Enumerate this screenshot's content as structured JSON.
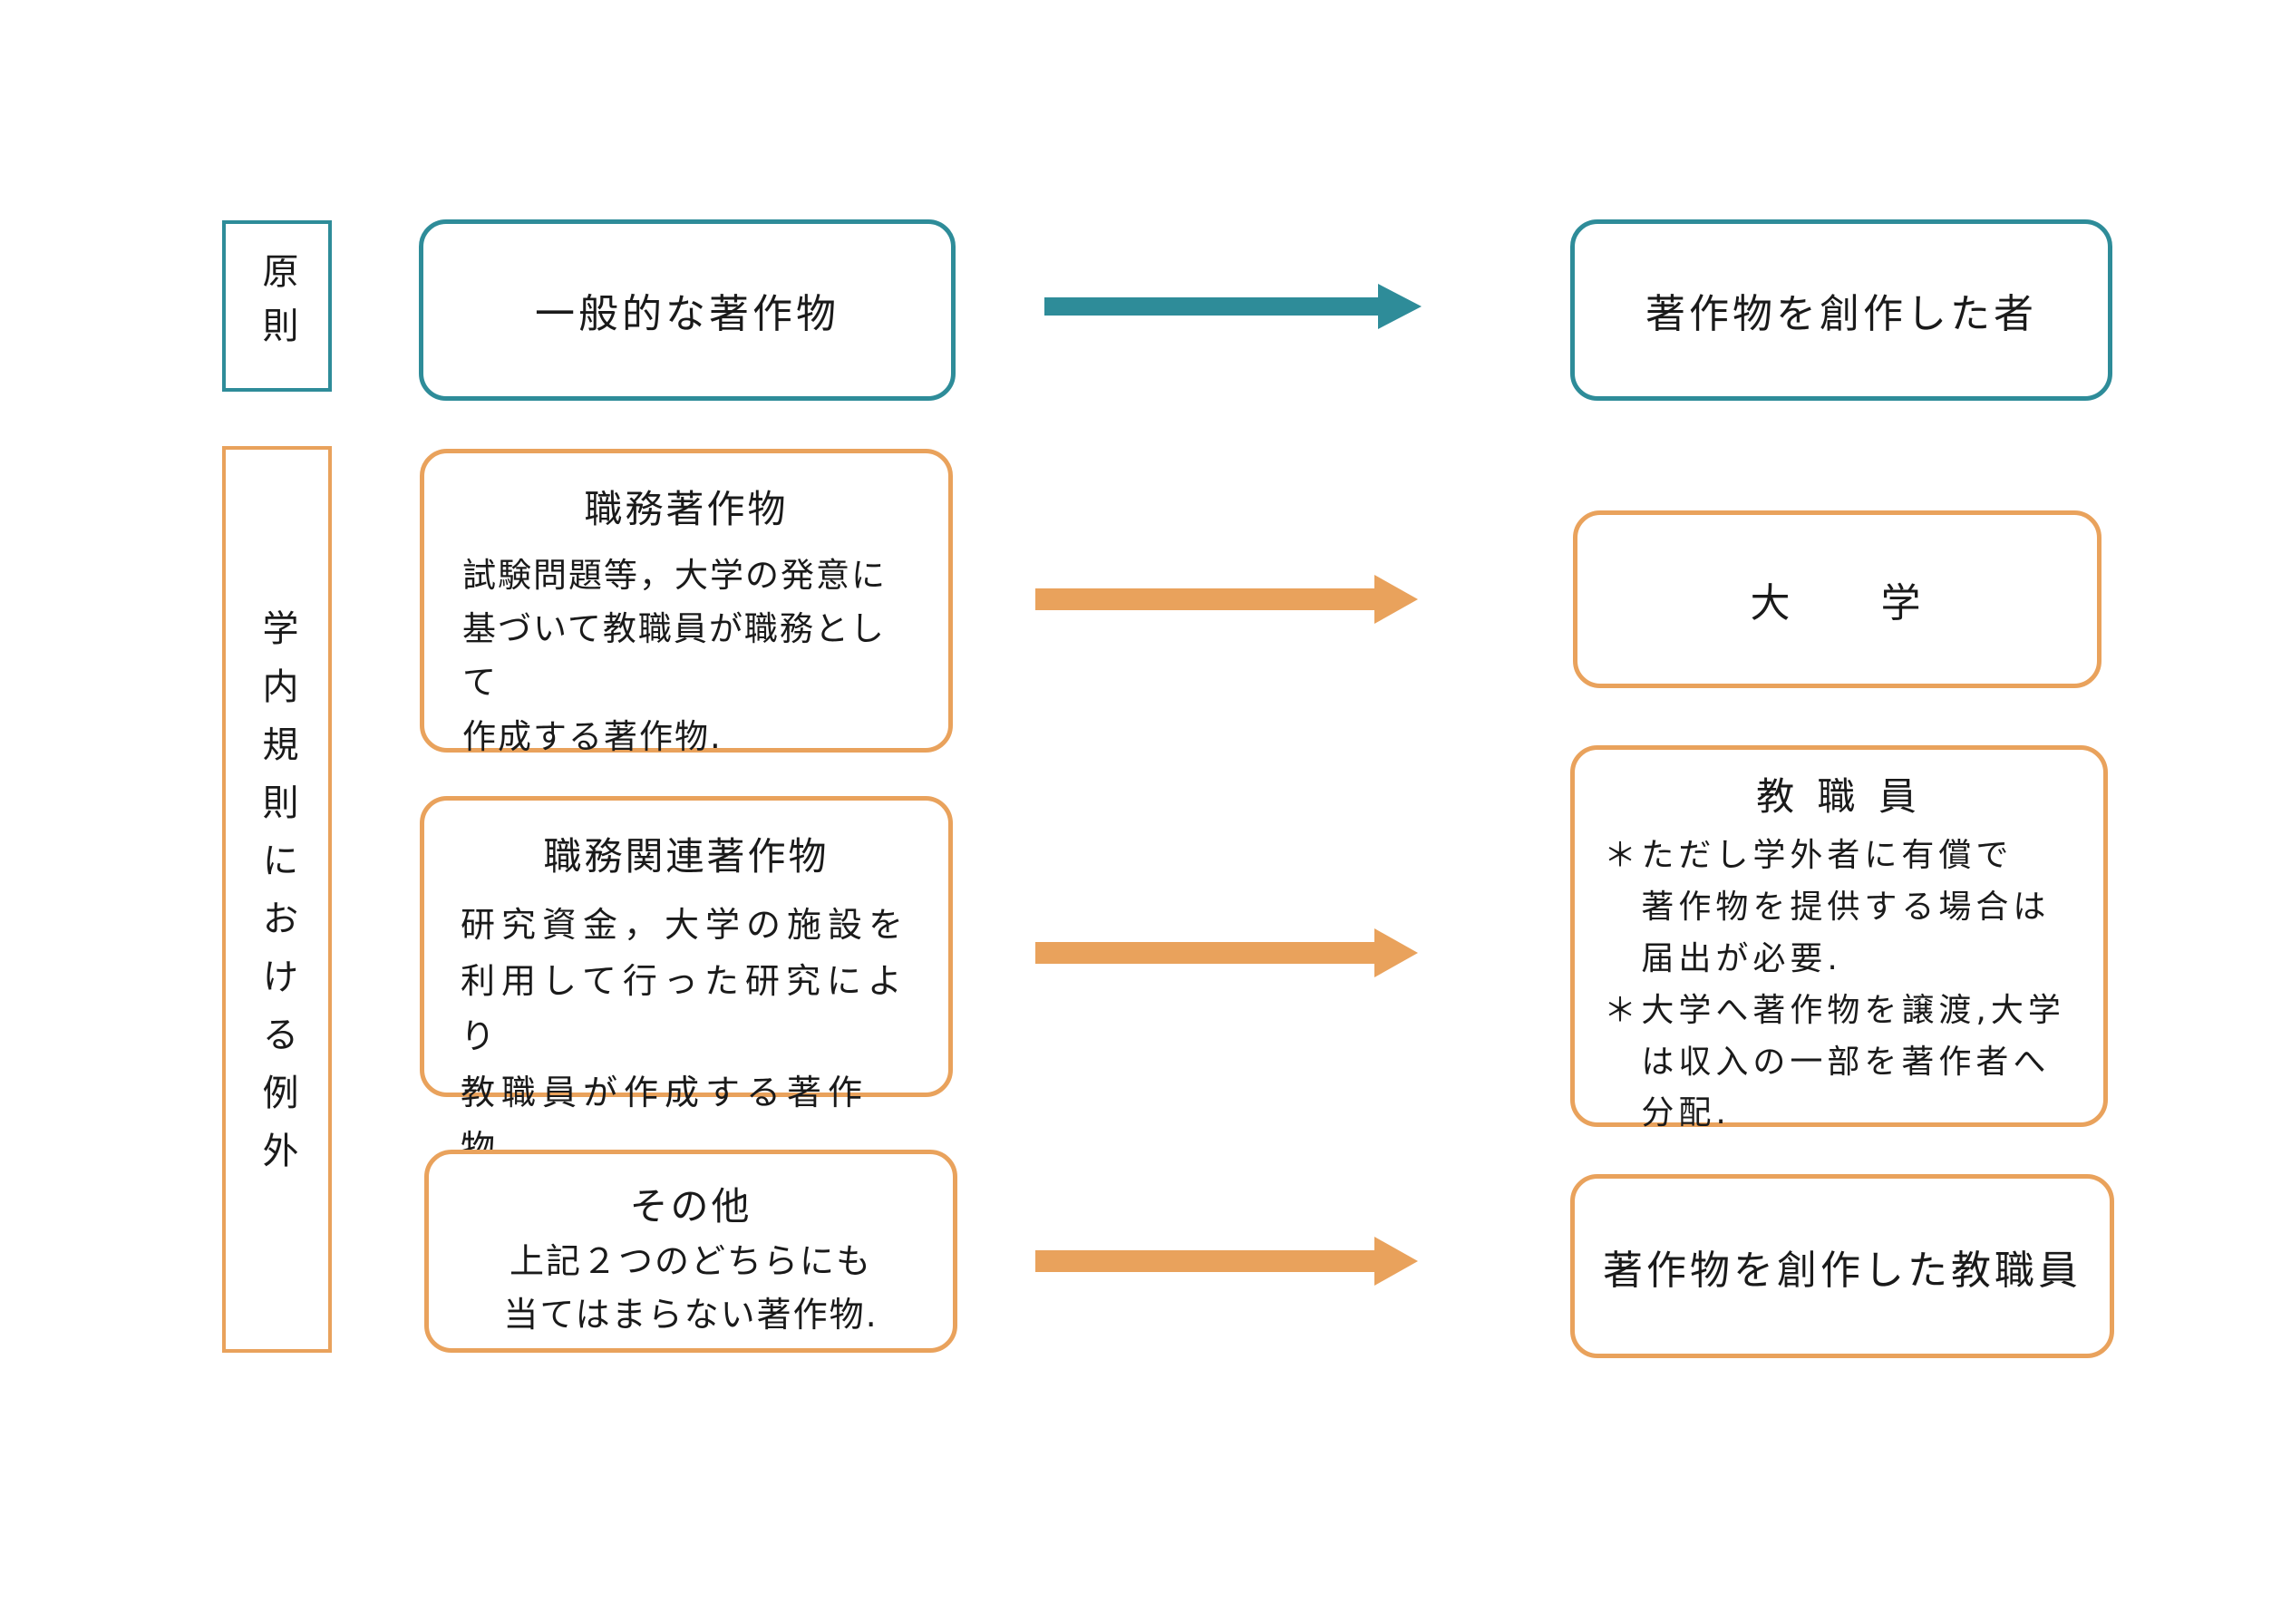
{
  "colors": {
    "teal": "#2E8C99",
    "orange": "#E9A25C",
    "ink": "#1A1A1A",
    "bg": "#FFFFFF"
  },
  "principle": {
    "label": "原則",
    "source": {
      "title": "一般的な著作物"
    },
    "target": {
      "title": "著作物を創作した者"
    }
  },
  "exception": {
    "label": "学内規則における例外",
    "rows": [
      {
        "source": {
          "title": "職務著作物",
          "body": "試験問題等，大学の発意に\n基づいて教職員が職務として\n作成する著作物."
        },
        "target": {
          "title": "大　　学"
        }
      },
      {
        "source": {
          "title": "職務関連著作物",
          "body": "研究資金，大学の施設を\n利用して行った研究により\n教職員が作成する著作物."
        },
        "target": {
          "title": "教 職 員",
          "bullets": [
            {
              "marker": "＊",
              "text": "ただし学外者に有償で\n著作物を提供する場合は\n届出が必要."
            },
            {
              "marker": "＊",
              "text": "大学へ著作物を譲渡,大学\nは収入の一部を著作者へ\n分配."
            }
          ]
        }
      },
      {
        "source": {
          "title": "その他",
          "body": "上記２つのどちらにも\n当てはまらない著作物."
        },
        "target": {
          "title": "著作物を創作した教職員"
        }
      }
    ]
  }
}
